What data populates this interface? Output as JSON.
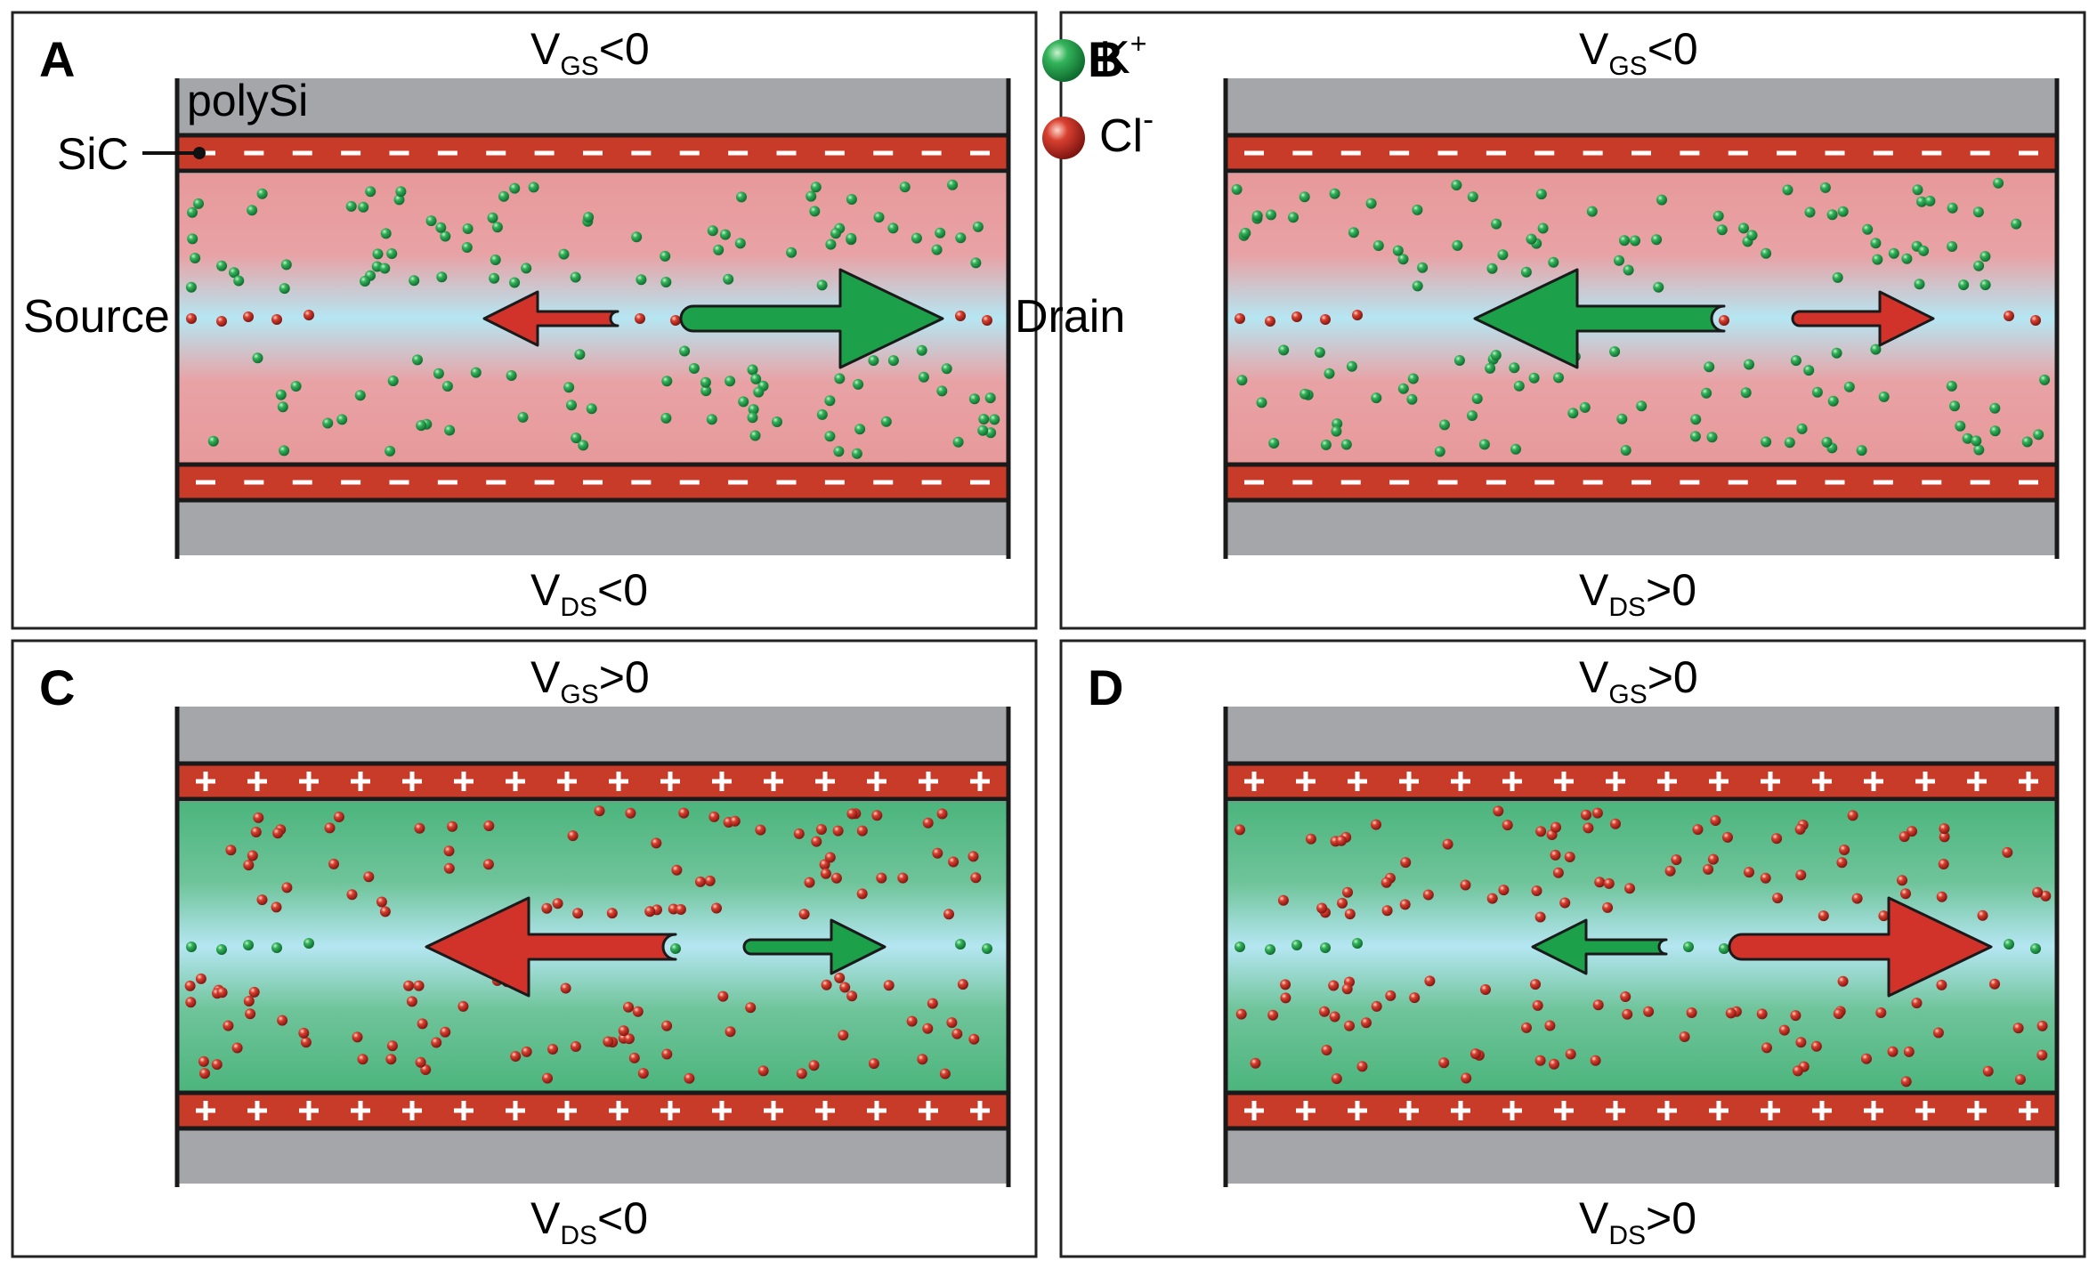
{
  "legend": {
    "cation_label": "K",
    "cation_sup": "+",
    "anion_label": "Cl",
    "anion_sup": "-"
  },
  "labels": {
    "polysi": "polySi",
    "sic": "SiC",
    "source": "Source",
    "drain": "Drain"
  },
  "panels": [
    {
      "letter": "A",
      "vgs": {
        "main": "V",
        "sub": "GS",
        "rel": "<0"
      },
      "vds": {
        "main": "V",
        "sub": "DS",
        "rel": "<0"
      },
      "wall_charge": "-",
      "bulk_ion": "K+",
      "center_ion": "Cl-",
      "arrows": [
        {
          "ion": "Cl-",
          "direction": "left",
          "size": "small"
        },
        {
          "ion": "K+",
          "direction": "right",
          "size": "large"
        }
      ]
    },
    {
      "letter": "B",
      "vgs": {
        "main": "V",
        "sub": "GS",
        "rel": "<0"
      },
      "vds": {
        "main": "V",
        "sub": "DS",
        "rel": ">0"
      },
      "wall_charge": "-",
      "bulk_ion": "K+",
      "center_ion": "Cl-",
      "arrows": [
        {
          "ion": "K+",
          "direction": "left",
          "size": "large"
        },
        {
          "ion": "Cl-",
          "direction": "right",
          "size": "small"
        }
      ]
    },
    {
      "letter": "C",
      "vgs": {
        "main": "V",
        "sub": "GS",
        "rel": ">0"
      },
      "vds": {
        "main": "V",
        "sub": "DS",
        "rel": "<0"
      },
      "wall_charge": "+",
      "bulk_ion": "Cl-",
      "center_ion": "K+",
      "arrows": [
        {
          "ion": "Cl-",
          "direction": "left",
          "size": "large"
        },
        {
          "ion": "K+",
          "direction": "right",
          "size": "small"
        }
      ]
    },
    {
      "letter": "D",
      "vgs": {
        "main": "V",
        "sub": "GS",
        "rel": ">0"
      },
      "vds": {
        "main": "V",
        "sub": "DS",
        "rel": ">0"
      },
      "wall_charge": "+",
      "bulk_ion": "Cl-",
      "center_ion": "K+",
      "arrows": [
        {
          "ion": "K+",
          "direction": "left",
          "size": "small"
        },
        {
          "ion": "Cl-",
          "direction": "right",
          "size": "large"
        }
      ]
    }
  ],
  "colors": {
    "substrate": "#a4a6a9",
    "sic": "#c83b28",
    "cation": "#1da04a",
    "anion": "#d1332b",
    "channel_center": "#b5e6f2",
    "neg_channel_edge": "#e7999a",
    "pos_channel_edge": "#4cb57d"
  }
}
